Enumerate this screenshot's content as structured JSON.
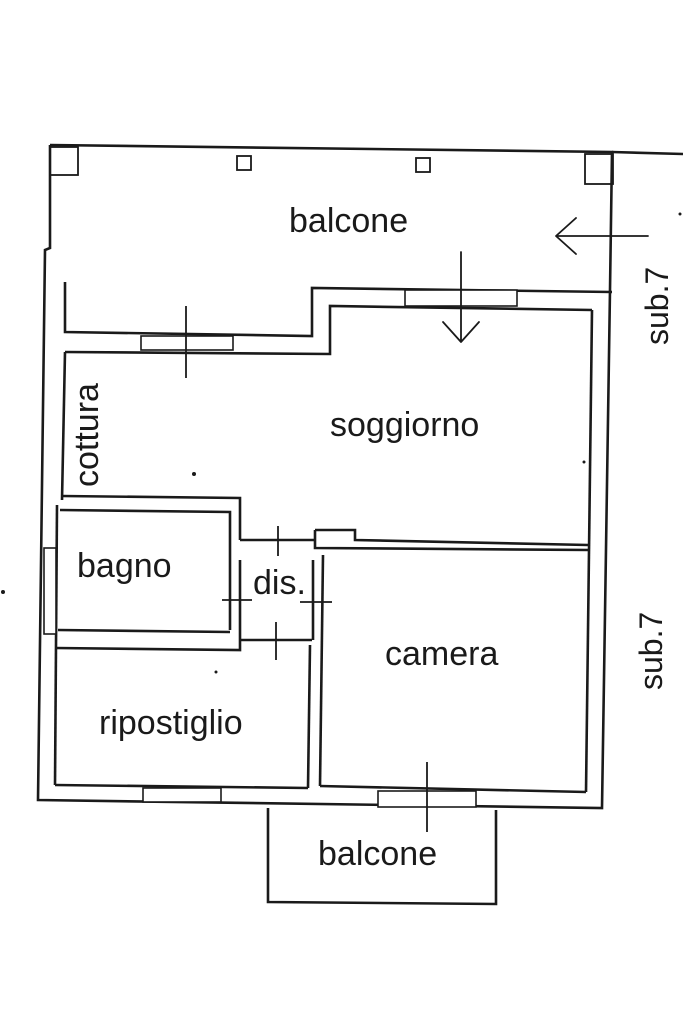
{
  "rooms": {
    "balcone_top": "balcone",
    "cottura": "cottura",
    "soggiorno": "soggiorno",
    "bagno": "bagno",
    "dis": "dis.",
    "camera": "camera",
    "ripostiglio": "ripostiglio",
    "balcone_bottom": "balcone"
  },
  "neighbors": {
    "upper": "sub.7",
    "lower": "sub.7"
  }
}
